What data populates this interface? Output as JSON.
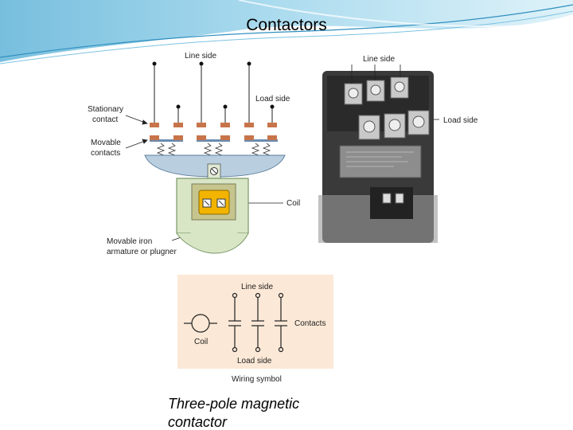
{
  "slide": {
    "title": "Contactors",
    "caption": "Three-pole magnetic contactor"
  },
  "cutaway": {
    "line_side": "Line side",
    "load_side": "Load side",
    "stationary_contact": [
      "Stationary",
      "contact"
    ],
    "movable_contacts": [
      "Movable",
      "contacts"
    ],
    "coil": "Coil",
    "armature": [
      "Movable iron",
      "armature or plugner"
    ]
  },
  "photo": {
    "line_side": "Line side",
    "load_side": "Load side"
  },
  "wiring_symbol": {
    "line_side": "Line side",
    "contacts": "Contacts",
    "coil": "Coil",
    "load_side": "Load side",
    "caption": "Wiring symbol"
  },
  "colors": {
    "contact": "#c8744a",
    "housing": "#d8e6c6",
    "coil": "#f2b400",
    "carrier": "#b9cfe0",
    "symbol_bg": "#fbe8d6"
  }
}
